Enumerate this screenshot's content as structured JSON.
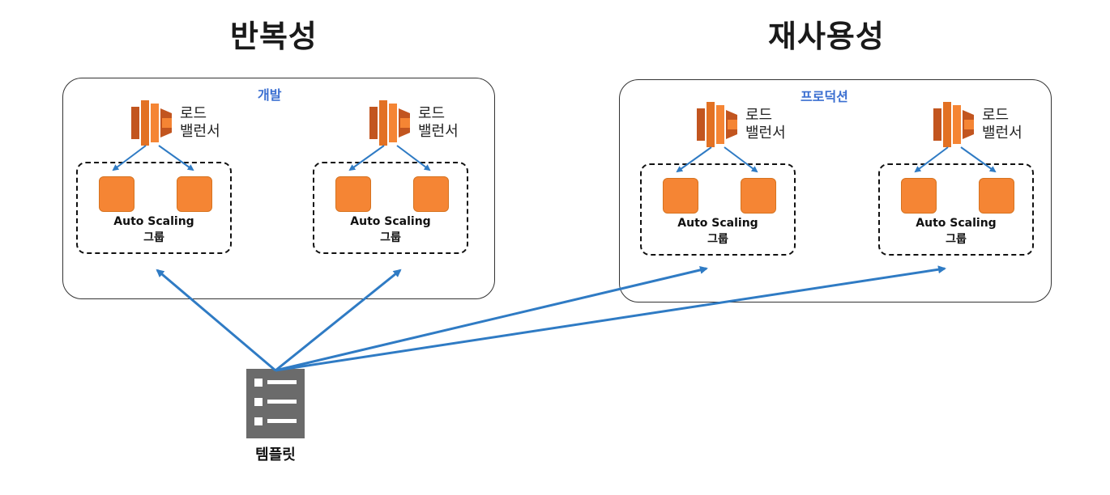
{
  "titles": {
    "left": "반복성",
    "right": "재사용성"
  },
  "environments": {
    "dev": {
      "label": "개발"
    },
    "prod": {
      "label": "프로덕션"
    }
  },
  "load_balancer": {
    "line1": "로드",
    "line2": "밸런서",
    "icon": "elastic-load-balancer-icon"
  },
  "asg": {
    "line1": "Auto Scaling",
    "line2": "그룹",
    "instance_icon": "ec2-instance-icon"
  },
  "template": {
    "label": "템플릿",
    "icon": "template-list-icon"
  },
  "colors": {
    "arrow": "#2f7bc4",
    "instance": "#f58534",
    "env_label": "#3b6fd1",
    "template_icon": "#6b6b6b"
  }
}
